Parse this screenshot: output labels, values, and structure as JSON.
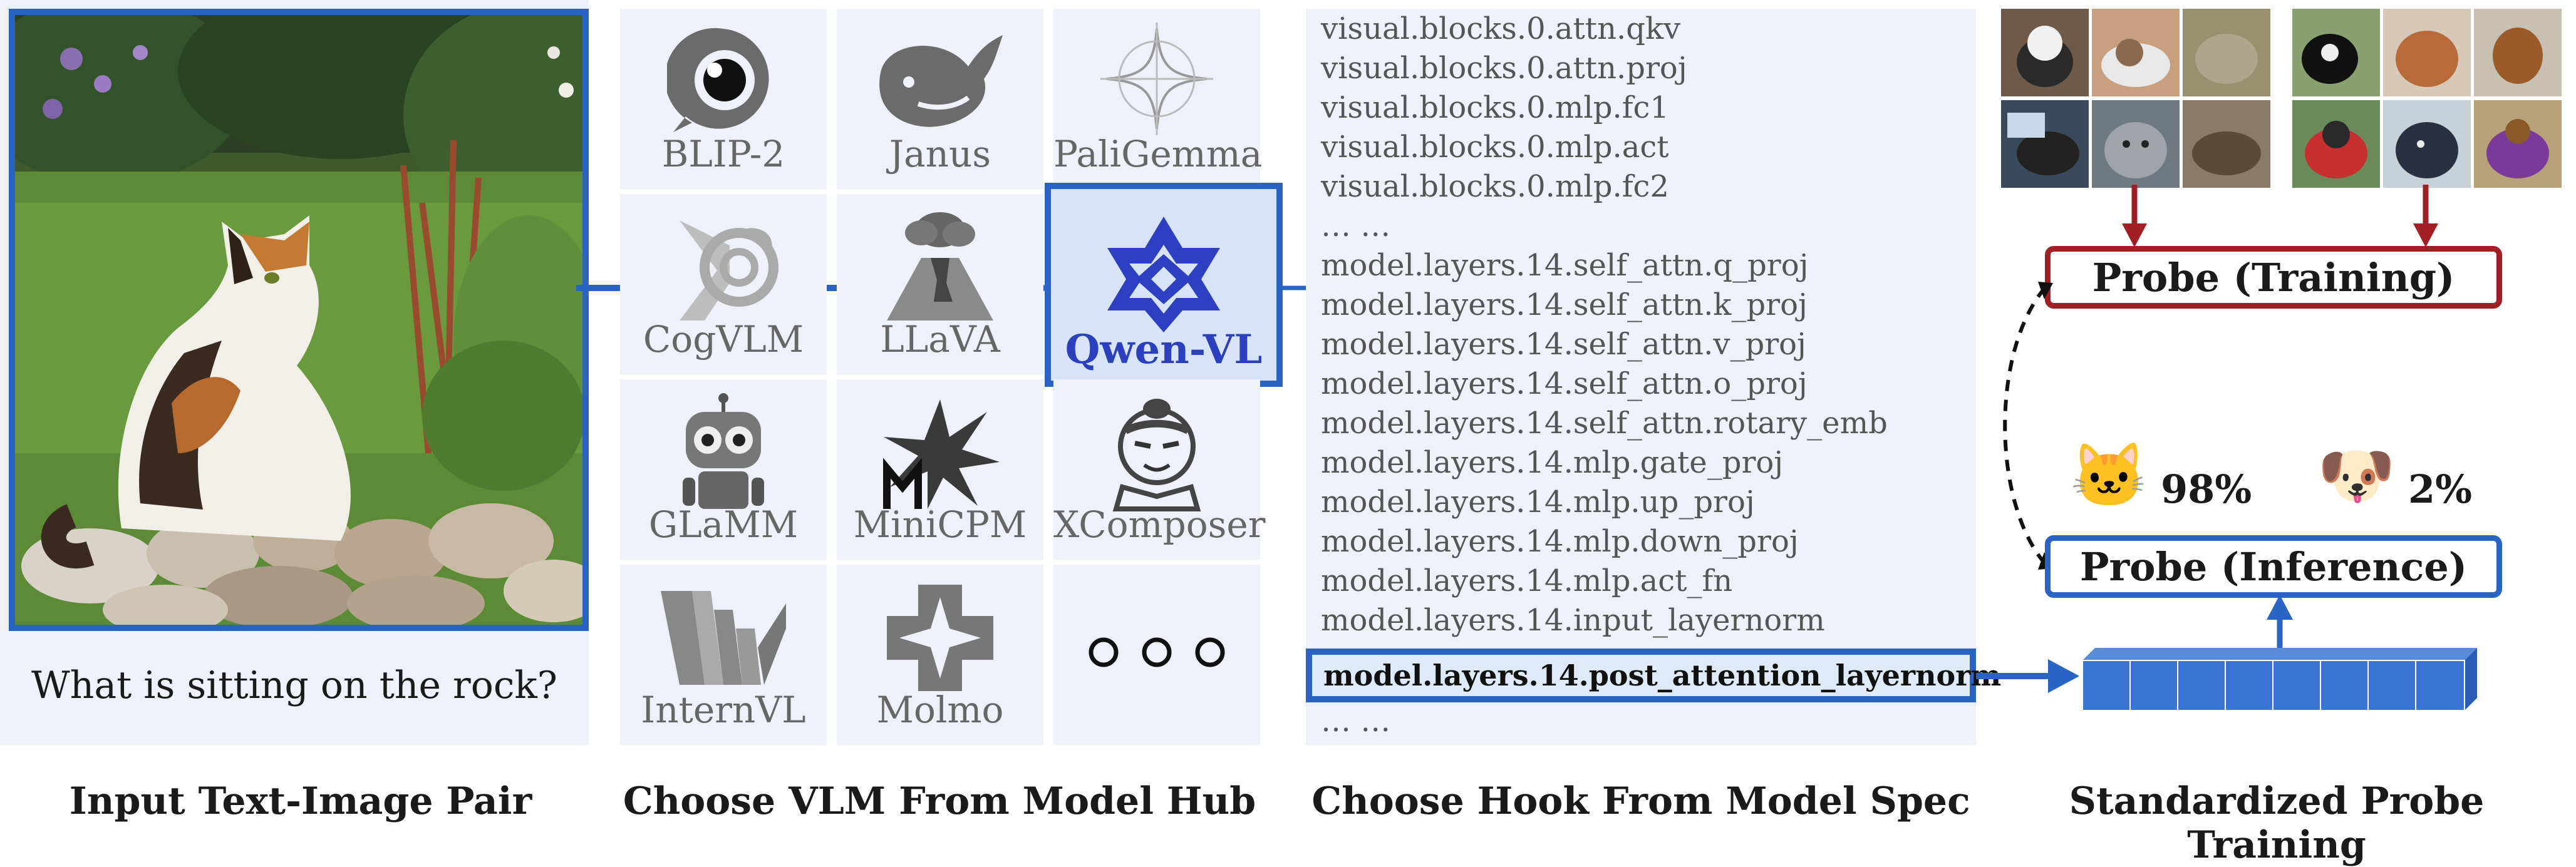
{
  "panel1": {
    "question": "What is sitting on the rock?",
    "caption": "Input Text-Image Pair"
  },
  "panel2": {
    "caption": "Choose VLM From Model Hub",
    "models": [
      {
        "label": "BLIP-2",
        "icon": "blip2-logo-icon"
      },
      {
        "label": "Janus",
        "icon": "whale-icon"
      },
      {
        "label": "PaliGemma",
        "icon": "sparkle-icon"
      },
      {
        "label": "CogVLM",
        "icon": "chameleon-icon"
      },
      {
        "label": "LLaVA",
        "icon": "volcano-icon"
      },
      {
        "label": "Qwen-VL",
        "icon": "qwen-logo-icon",
        "selected": true
      },
      {
        "label": "GLaMM",
        "icon": "robot-icon"
      },
      {
        "label": "MiniCPM",
        "icon": "minicpm-logo-icon"
      },
      {
        "label": "XComposer",
        "icon": "sumo-icon"
      },
      {
        "label": "InternVL",
        "icon": "internvl-logo-icon"
      },
      {
        "label": "Molmo",
        "icon": "molmo-logo-icon"
      },
      {
        "label": "",
        "icon": "more-dots-icon"
      }
    ]
  },
  "panel3": {
    "caption": "Choose Hook From Model Spec",
    "lines": [
      "visual.blocks.0.attn.qkv",
      "visual.blocks.0.attn.proj",
      "visual.blocks.0.mlp.fc1",
      "visual.blocks.0.mlp.act",
      "visual.blocks.0.mlp.fc2",
      "… …",
      "model.layers.14.self_attn.q_proj",
      "model.layers.14.self_attn.k_proj",
      "model.layers.14.self_attn.v_proj",
      "model.layers.14.self_attn.o_proj",
      "model.layers.14.self_attn.rotary_emb",
      "model.layers.14.mlp.gate_proj",
      "model.layers.14.mlp.up_proj",
      "model.layers.14.mlp.down_proj",
      "model.layers.14.mlp.act_fn",
      "model.layers.14.input_layernorm"
    ],
    "selected_hook": "model.layers.14.post_attention_layernorm",
    "trailing": "… …"
  },
  "panel4": {
    "caption": "Standardized Probe Training",
    "probe_training": "Probe (Training)",
    "probe_inference": "Probe (Inference)",
    "cat_score": "98%",
    "dog_score": "2%",
    "cat_emoji": "🐱",
    "dog_emoji": "🐶"
  },
  "colors": {
    "accent_blue": "#2a63c6",
    "probe_red": "#a11f24",
    "panel_bg": "#eef2f8"
  }
}
